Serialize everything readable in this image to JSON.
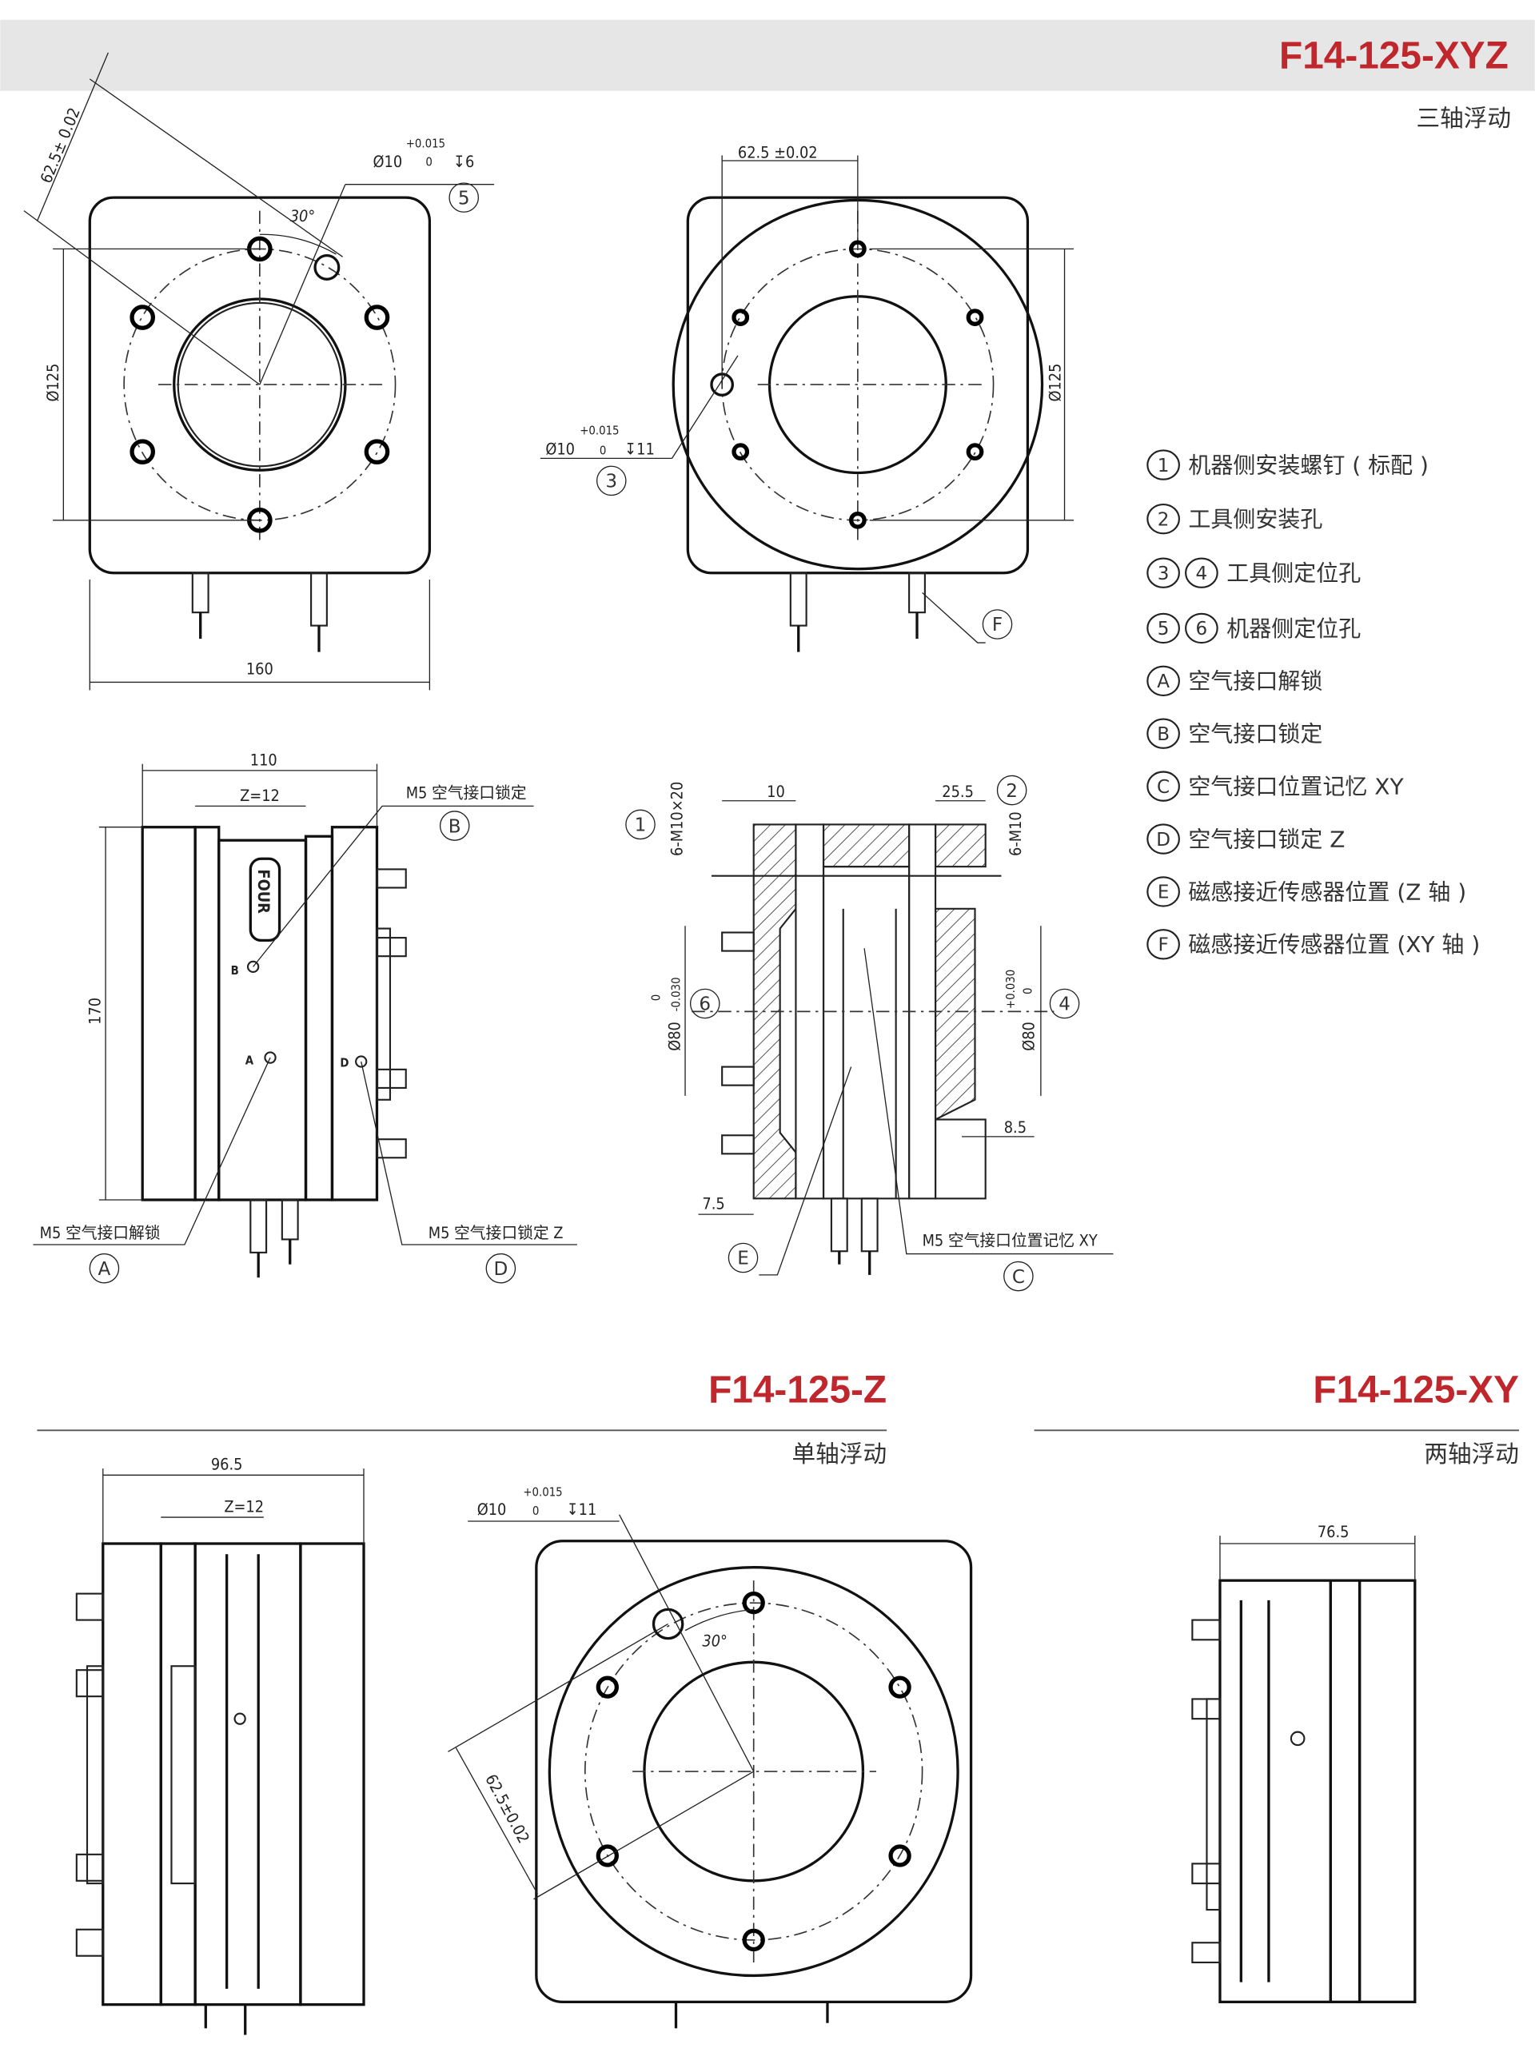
{
  "header": {
    "title": "F14-125-XYZ",
    "subtitle": "三轴浮动"
  },
  "colors": {
    "accent": "#c0272d",
    "band": "#e6e6e6"
  },
  "view_top_left": {
    "dim_offset": "62.5± 0.02",
    "hole_dia": "Ø10",
    "hole_tol_upper": "+0.015",
    "hole_tol_lower": "0",
    "hole_depth": "↧6",
    "bubble": "5",
    "angle": "30°",
    "dim_pcd": "Ø125",
    "dim_width": "160"
  },
  "view_top_right": {
    "dim_offset": "62.5 ±0.02",
    "dim_pcd": "Ø125",
    "hole_dia": "Ø10",
    "hole_tol_upper": "+0.015",
    "hole_tol_lower": "0",
    "hole_depth": "↧11",
    "bubble_hole": "3",
    "bubble_sensor": "F"
  },
  "legend": [
    {
      "marks": [
        "1"
      ],
      "text": "机器侧安装螺钉 ( 标配 )"
    },
    {
      "marks": [
        "2"
      ],
      "text": "工具侧安装孔"
    },
    {
      "marks": [
        "3",
        "4"
      ],
      "text": "工具侧定位孔"
    },
    {
      "marks": [
        "5",
        "6"
      ],
      "text": "机器侧定位孔"
    },
    {
      "marks": [
        "A"
      ],
      "text": "空气接口解锁"
    },
    {
      "marks": [
        "B"
      ],
      "text": "空气接口锁定"
    },
    {
      "marks": [
        "C"
      ],
      "text": "空气接口位置记忆 XY"
    },
    {
      "marks": [
        "D"
      ],
      "text": "空气接口锁定 Z"
    },
    {
      "marks": [
        "E"
      ],
      "text": "磁感接近传感器位置 (Z 轴 )"
    },
    {
      "marks": [
        "F"
      ],
      "text": "磁感接近传感器位置 (XY 轴 )"
    }
  ],
  "side_view": {
    "dim_total": "110",
    "dim_z": "Z=12",
    "dim_height": "170",
    "logo": "FOUR",
    "label_b": "M5 空气接口锁定",
    "bubble_b": "B",
    "label_a": "M5 空气接口解锁",
    "bubble_a": "A",
    "label_d": "M5 空气接口锁定 Z",
    "bubble_d": "D",
    "port_b": "B",
    "port_a": "A",
    "port_d": "D"
  },
  "section_view": {
    "bubble_1": "1",
    "screw_left": "6-M10×20",
    "dim_10": "10",
    "dim_25": "25.5",
    "bubble_2": "2",
    "screw_right": "6-M10",
    "dia_left": "Ø80",
    "tol_left_upper": "0",
    "tol_left_lower": "-0.030",
    "bubble_6": "6",
    "dia_right": "Ø80",
    "tol_right_upper": "+0.030",
    "tol_right_lower": "0",
    "bubble_4": "4",
    "dim_85": "8.5",
    "dim_75": "7.5",
    "bubble_e": "E",
    "label_c": "M5 空气接口位置记忆 XY",
    "bubble_c": "C"
  },
  "bottom_z": {
    "title": "F14-125-Z",
    "subtitle": "单轴浮动",
    "dim_total": "96.5",
    "dim_z": "Z=12",
    "hole_dia": "Ø10",
    "hole_tol_upper": "+0.015",
    "hole_tol_lower": "0",
    "hole_depth": "↧11",
    "angle": "30°",
    "dim_offset": "62.5±0.02"
  },
  "bottom_xy": {
    "title": "F14-125-XY",
    "subtitle": "两轴浮动",
    "dim_total": "76.5"
  }
}
